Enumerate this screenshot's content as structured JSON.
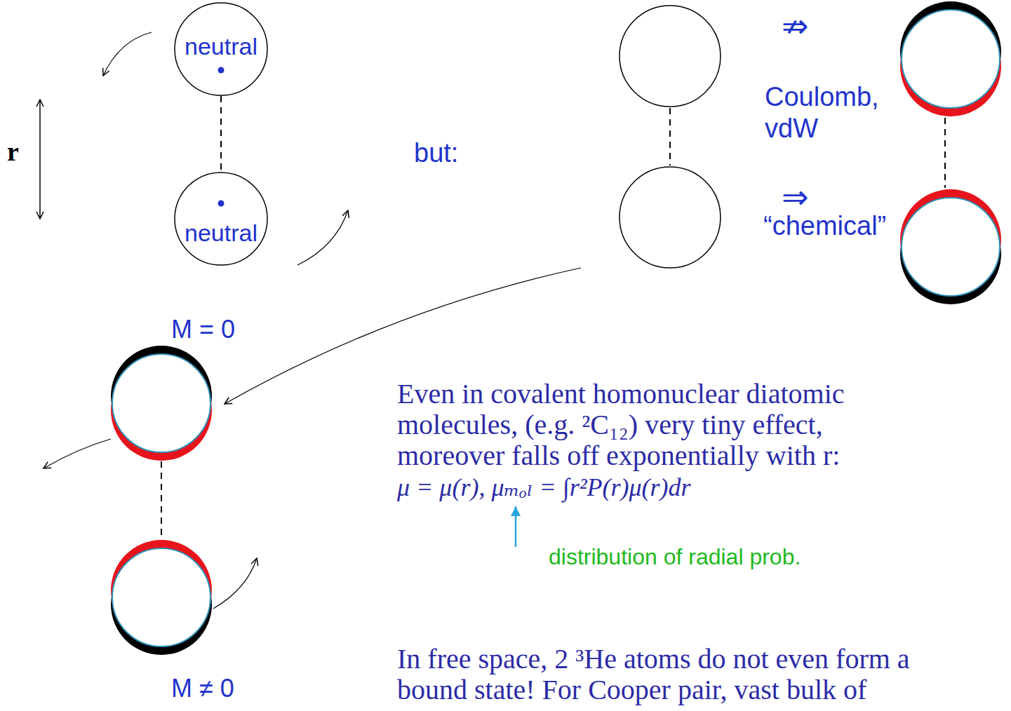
{
  "diagram": {
    "nodes": [
      {
        "text": [
          "neutral"
        ]
      },
      {
        "text": [
          "neutral"
        ]
      }
    ],
    "edges": [
      {
        "from": 0,
        "to": 1,
        "arrow": "none"
      }
    ],
    "labels": [
      "r",
      "M = 0",
      "but:",
      "⇏",
      "Coulomb, vdW",
      "⇒",
      "“chemical”",
      "M ≠ 0",
      "Even in covalent homonuclear diatomic molecules, (e.g. ²C₁₂) very tiny effect, moreover falls off exponentially with r:",
      "μ = μ(r), μₘₒₗ = ∫r²P(r)μ(r)dr",
      "distribution of radial prob.",
      "In free space, 2 ³He atoms do not even form a bound state! For Cooper pair, vast bulk of"
    ]
  }
}
